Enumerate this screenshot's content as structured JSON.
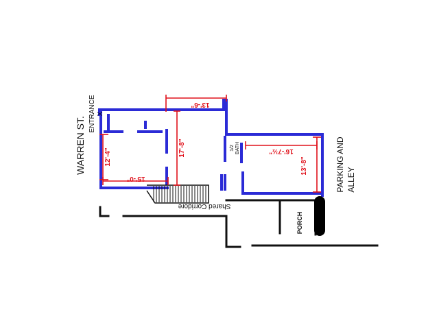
{
  "labels": {
    "street": "WARREN ST.",
    "entrance": "ENTRANCE",
    "entrance_mark": "X",
    "half_bath_line1": "1/2",
    "half_bath_line2": "BATH",
    "parking_line1": "PARKING AND",
    "parking_line2": "ALLEY",
    "porch": "PORCH",
    "corridor": "Shared Corridore"
  },
  "dimensions": {
    "top_width": "13'-6\"",
    "left_height": "17'-8\"",
    "front_depth": "12'-4\"",
    "front_width": "15'-0\"",
    "rear_width": "16'-7½\"",
    "rear_height": "13'-8\""
  },
  "colors": {
    "wall_blue": "#2b2bd6",
    "wall_black": "#111111",
    "dimension_red": "#e0101a",
    "porch_column": "#000000"
  }
}
